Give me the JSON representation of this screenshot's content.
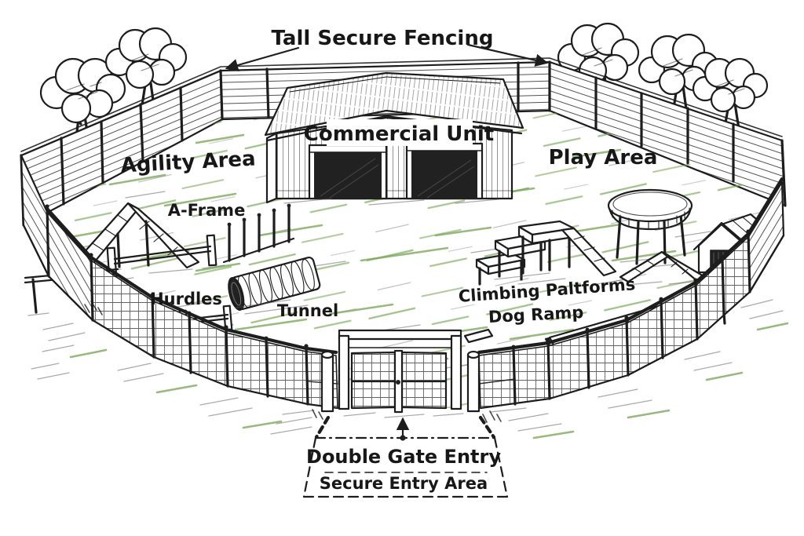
{
  "scene": {
    "fencing_label": "Tall Secure Fencing",
    "building": {
      "label": "Commercial Unit"
    },
    "zones": {
      "agility": {
        "label": "Agility Area",
        "equipment": {
          "a_frame": "A-Frame",
          "hurdles": "Hurdles",
          "tunnel": "Tunnel"
        }
      },
      "play": {
        "label": "Play Area",
        "equipment": {
          "climbing_platforms": "Climbing Paltforms",
          "dog_ramp": "Dog Ramp"
        }
      }
    },
    "entry": {
      "gate_label": "Double Gate Entry",
      "area_label": "Secure Entry Area"
    },
    "colors": {
      "ink": "#1d1d1d",
      "grass_green": "#7ba75a",
      "background": "#ffffff",
      "door_shadow": "#212121"
    }
  }
}
